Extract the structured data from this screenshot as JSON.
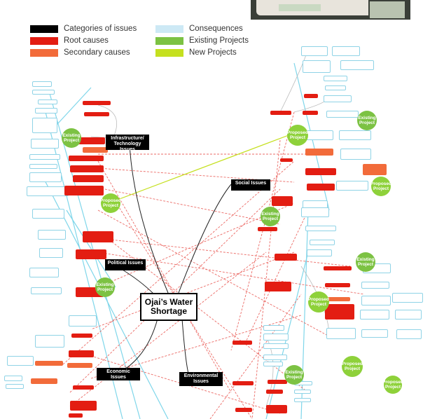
{
  "legend": [
    {
      "label": "Categories of issues",
      "color": "#000000"
    },
    {
      "label": "Root causes",
      "color": "#e31d12"
    },
    {
      "label": "Secondary causes",
      "color": "#f26b3a"
    },
    {
      "label": "Consequences",
      "color": "#cde9f5"
    },
    {
      "label": "Existing Projects",
      "color": "#7cc243"
    },
    {
      "label": "New Projects",
      "color": "#c5e01f"
    }
  ],
  "title": "Ojai’s Water Shortage",
  "categories": [
    {
      "id": "infra",
      "label": "Infrastructure/ Technology Issues"
    },
    {
      "id": "social",
      "label": "Social Issues"
    },
    {
      "id": "political",
      "label": "Political Issues"
    },
    {
      "id": "economic",
      "label": "Economic Issues"
    },
    {
      "id": "environmental",
      "label": "Environmental Issues"
    }
  ],
  "projects": [
    {
      "id": "p1",
      "label": "Existing Project",
      "kind": "existing"
    },
    {
      "id": "p2",
      "label": "Proposed Project",
      "kind": "new"
    },
    {
      "id": "p3",
      "label": "Existing Project",
      "kind": "existing"
    },
    {
      "id": "p4",
      "label": "Proposed Project",
      "kind": "new"
    },
    {
      "id": "p5",
      "label": "Existing Project",
      "kind": "existing"
    },
    {
      "id": "p6",
      "label": "Existing Project",
      "kind": "existing"
    },
    {
      "id": "p7",
      "label": "Proposed Project",
      "kind": "new"
    },
    {
      "id": "p8",
      "label": "Existing Project",
      "kind": "existing"
    },
    {
      "id": "p9",
      "label": "Proposed Project",
      "kind": "new"
    },
    {
      "id": "p10",
      "label": "Proposed Project",
      "kind": "new"
    },
    {
      "id": "p11",
      "label": "Proposed Project",
      "kind": "new"
    },
    {
      "id": "p12",
      "label": "Existing Project",
      "kind": "existing"
    }
  ],
  "colors": {
    "consequence_line": "#7fd6ea",
    "cause_line": "#e8504a",
    "category_line": "#222222",
    "existing_link": "#c5e01f"
  }
}
